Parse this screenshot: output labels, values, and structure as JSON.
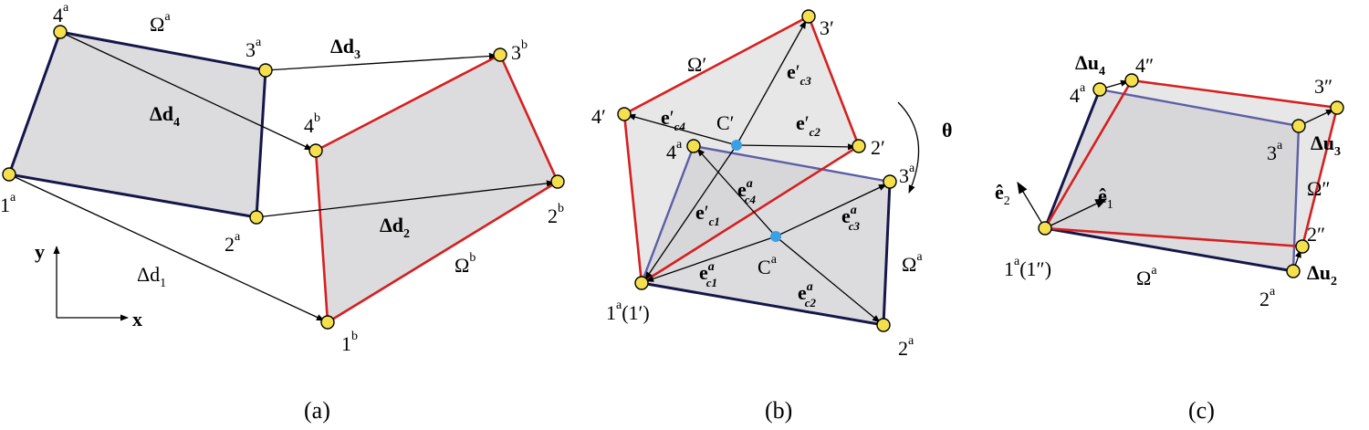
{
  "panel_a": {
    "caption": "(a)",
    "node_labels": {
      "n1a": "1",
      "n1a_sup": "a",
      "n2a": "2",
      "n2a_sup": "a",
      "n3a": "3",
      "n3a_sup": "a",
      "n4a": "4",
      "n4a_sup": "a",
      "n1b": "1",
      "n1b_sup": "b",
      "n2b": "2",
      "n2b_sup": "b",
      "n3b": "3",
      "n3b_sup": "b",
      "n4b": "4",
      "n4b_sup": "b"
    },
    "omega_a": "Ω",
    "omega_a_sup": "a",
    "omega_b": "Ω",
    "omega_b_sup": "b",
    "d1": "Δd",
    "d1_sub": "1",
    "d2": "Δd",
    "d2_sub": "2",
    "d3": "Δd",
    "d3_sub": "3",
    "d4": "Δd",
    "d4_sub": "4",
    "axis_x": "x",
    "axis_y": "y"
  },
  "panel_b": {
    "caption": "(b)",
    "omega_prime": "Ω′",
    "omega_a": "Ω",
    "omega_a_sup": "a",
    "n1": "1",
    "n1_sup": "a",
    "n1_tail": "(1′)",
    "n2a": "2",
    "n2a_sup": "a",
    "n3a": "3",
    "n3a_sup": "a",
    "n4a": "4",
    "n4a_sup": "a",
    "n2p": "2′",
    "n3p": "3′",
    "n4p": "4′",
    "c_prime": "C′",
    "c_a": "C",
    "c_a_sup": "a",
    "theta": "θ",
    "e": "e",
    "prime": "′",
    "sup_a": "a",
    "sub_c1": "c1",
    "sub_c2": "c2",
    "sub_c3": "c3",
    "sub_c4": "c4"
  },
  "panel_c": {
    "caption": "(c)",
    "n1": "1",
    "n1_sup": "a",
    "n1_tail": "(1″)",
    "n2a": "2",
    "n2a_sup": "a",
    "n3a": "3",
    "n3a_sup": "a",
    "n4a": "4",
    "n4a_sup": "a",
    "n2pp": "2″",
    "n3pp": "3″",
    "n4pp": "4″",
    "omega_pp": "Ω″",
    "omega_a": "Ω",
    "omega_a_sup": "a",
    "u": "Δu",
    "u_sub2": "2",
    "u_sub3": "3",
    "u_sub4": "4",
    "e1": "ê",
    "e1_sub": "1",
    "e2": "ê",
    "e2_sub": "2"
  }
}
